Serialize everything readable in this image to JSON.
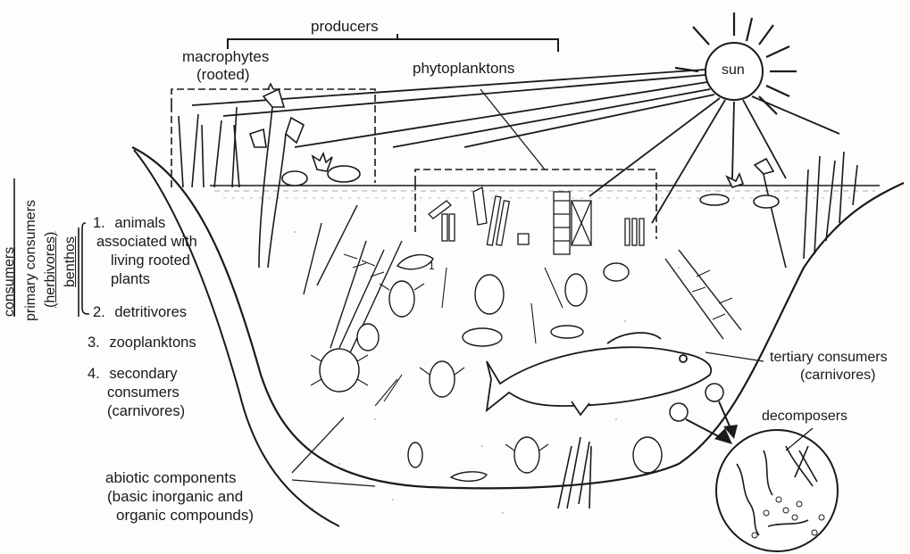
{
  "labels": {
    "producers": "producers",
    "macrophytes_1": "macrophytes",
    "macrophytes_2": "(rooted)",
    "phytoplanktons": "phytoplanktons",
    "sun": "sun",
    "consumers": "consumers",
    "primary_consumers": "primary consumers",
    "herbivores": "(herbivores)",
    "benthos": "benthos",
    "tertiary_1": "tertiary consumers",
    "tertiary_2": "(carnivores)",
    "decomposers": "decomposers",
    "abiotic_1": "abiotic components",
    "abiotic_2": "(basic inorganic and",
    "abiotic_3": "organic compounds)"
  },
  "consumer_list": [
    {
      "num": "1.",
      "lines": [
        "animals",
        "associated with",
        "living rooted",
        "plants"
      ]
    },
    {
      "num": "2.",
      "lines": [
        "detritivores"
      ]
    },
    {
      "num": "3.",
      "lines": [
        "zooplanktons"
      ]
    },
    {
      "num": "4.",
      "lines": [
        "secondary",
        "consumers",
        "(carnivores)"
      ]
    }
  ],
  "organism_tags": {
    "fish_tag": "1"
  }
}
